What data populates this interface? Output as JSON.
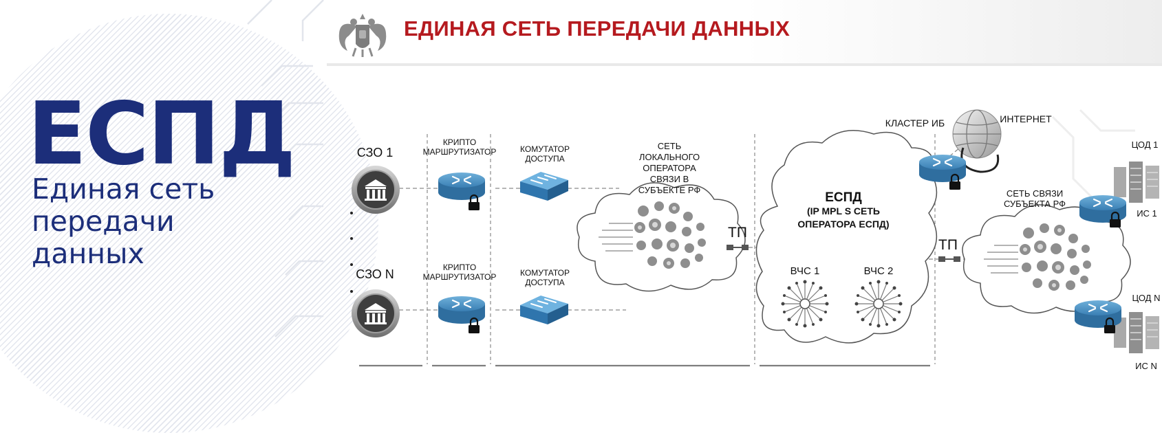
{
  "header": {
    "title": "ЕДИНАЯ СЕТЬ ПЕРЕДАЧИ ДАННЫХ"
  },
  "brand": {
    "abbr": "ЕСПД",
    "full": "Единая сеть передачи данных"
  },
  "diagram": {
    "nodes": {
      "szo_1": "СЗО 1",
      "szo_n": "СЗО N",
      "crypto_1": [
        "КРИПТО",
        "МАРШРУТИЗАТОР"
      ],
      "crypto_2": [
        "КРИПТО",
        "МАРШРУТИЗАТОР"
      ],
      "switch_1": [
        "КОМУТАТОР",
        "ДОСТУПА"
      ],
      "switch_2": [
        "КОМУТАТОР",
        "ДОСТУПА"
      ],
      "local_operator": [
        "СЕТЬ",
        "ЛОКАЛЬНОГО",
        "ОПЕРАТОРА",
        "СВЯЗИ В",
        "СУБЪЕКТЕ РФ"
      ],
      "tp_1": "ТП",
      "tp_2": "ТП",
      "espd_cloud": [
        "ЕСПД",
        "(IP MPL S СЕТЬ",
        "ОПЕРАТОРА ЕСПД)"
      ],
      "vchs_1": "ВЧС 1",
      "vchs_2": "ВЧС 2",
      "cluster_ib": "КЛАСТЕР ИБ",
      "internet": "ИНТЕРНЕТ",
      "subject_network": [
        "СЕТЬ СВЯЗИ",
        "СУБЪЕКТА РФ"
      ],
      "cod_1": "ЦОД 1",
      "is_1": "ИС 1",
      "cod_n": "ЦОД N",
      "is_n": "ИС N"
    },
    "colors": {
      "title_red": "#b51a1f",
      "brand_blue": "#1c2e7a",
      "router_blue": "#3d7fb0",
      "switch_blue": "#3f8fc4",
      "line_gray": "#8a8a8a"
    }
  }
}
